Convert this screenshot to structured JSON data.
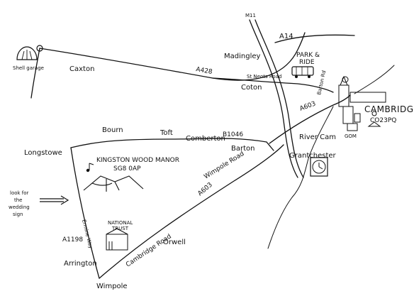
{
  "places": {
    "caxton": "Caxton",
    "madingley": "Madingley",
    "coton": "Coton",
    "bourn": "Bourn",
    "toft": "Toft",
    "comberton": "Comberton",
    "barton": "Barton",
    "longstowe": "Longstowe",
    "orwell": "Orwell",
    "arrington": "Arrington",
    "wimpole": "Wimpole",
    "grantchester": "Grantchester",
    "cambridge": "CAMBRIDGE",
    "postcode_cambridge": "CO23PQ",
    "gom": "GOM"
  },
  "roads": {
    "a14": "A14",
    "a428": "A428",
    "a603_north": "A603",
    "a603_south": "A603",
    "a1198": "A1198",
    "b1046": "B1046",
    "st_neots_road": "St Neots Road",
    "barton_road": "Barton Rd",
    "ermine_way": "Ermine Way",
    "cambridge_road": "Cambridge Road",
    "wimpole_road": "Wimpole Road",
    "m11": "M11"
  },
  "landmarks": {
    "shell": "Shell garage",
    "park_ride_1": "PARK &",
    "park_ride_2": "RIDE",
    "manor_name": "KINGSTON WOOD MANOR",
    "manor_postcode": "SG8 0AP",
    "national_trust_1": "NATIONAL",
    "national_trust_2": "TRUST",
    "river": "River Cam"
  },
  "note": {
    "line1": "look for",
    "line2": "the",
    "line3": "wedding",
    "line4": "sign"
  }
}
